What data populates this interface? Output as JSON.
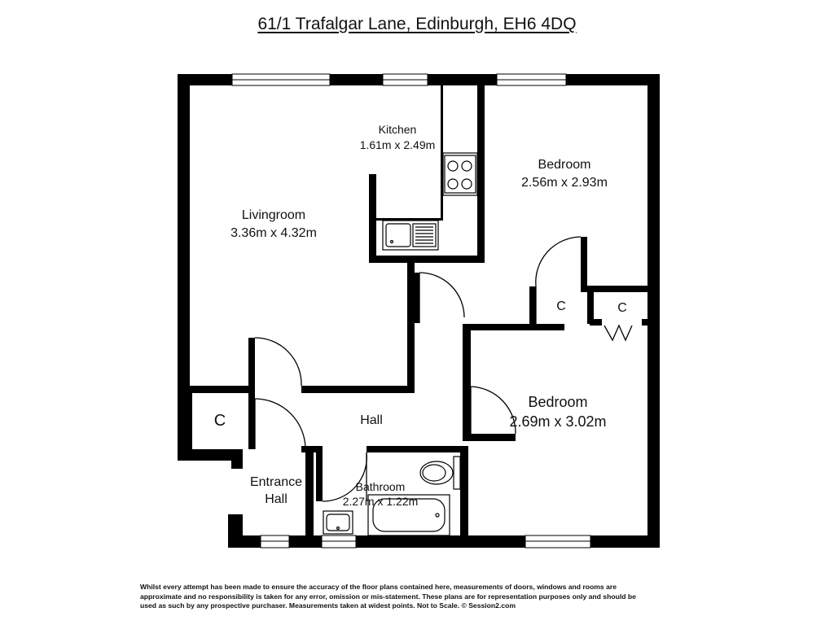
{
  "address": "61/1 Trafalgar Lane, Edinburgh, EH6 4DQ",
  "rooms": {
    "kitchen": {
      "name": "Kitchen",
      "size": "1.61m x 2.49m"
    },
    "bedroom1": {
      "name": "Bedroom",
      "size": "2.56m x 2.93m"
    },
    "livingroom": {
      "name": "Livingroom",
      "size": "3.36m x 4.32m"
    },
    "bedroom2": {
      "name": "Bedroom",
      "size": "2.69m x 3.02m"
    },
    "hall": {
      "name": "Hall"
    },
    "entrance_hall": {
      "name_line1": "Entrance",
      "name_line2": "Hall"
    },
    "bathroom": {
      "name": "Bathroom",
      "size": "2.27m x 1.22m"
    },
    "cupboards": [
      "C",
      "C",
      "C"
    ]
  },
  "disclaimer": "Whilst every attempt has been made to ensure the accuracy of the floor plans contained here, measurements of doors, windows and rooms are approximate and no responsibility is taken for any error, omission or mis-statement. These plans are for representation purposes only and should be used as such by any prospective purchaser. Measurements taken at widest points. Not to Scale. © Session2.com"
}
